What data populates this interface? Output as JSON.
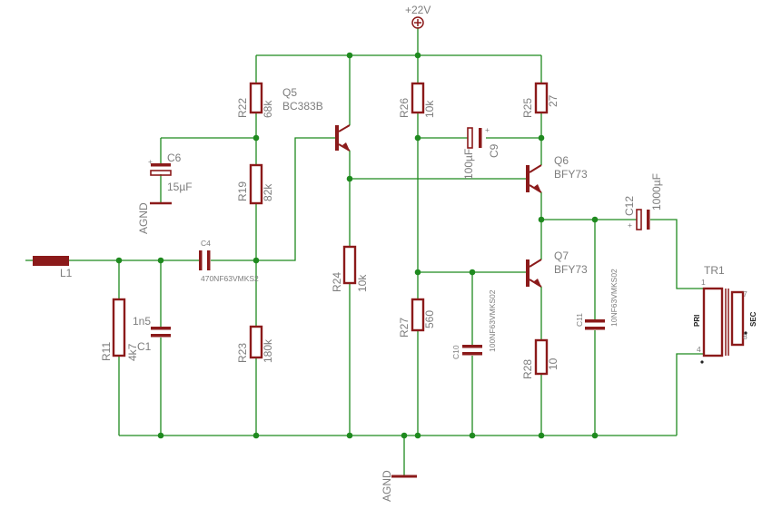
{
  "supply": {
    "label": "+22V"
  },
  "grounds": {
    "main": "AGND",
    "c6": "AGND"
  },
  "components": {
    "L1": "L1",
    "R11": {
      "ref": "R11",
      "value": "4k7"
    },
    "C1": {
      "ref": "C1",
      "value": "1n5"
    },
    "C4": {
      "ref": "C4",
      "value": "470NF63VMKS2"
    },
    "C6": {
      "ref": "C6",
      "value": "15µF"
    },
    "R22": {
      "ref": "R22",
      "value": "68k"
    },
    "R19": {
      "ref": "R19",
      "value": "82k"
    },
    "R23": {
      "ref": "R23",
      "value": "180k"
    },
    "Q5": {
      "ref": "Q5",
      "value": "BC383B"
    },
    "R24": {
      "ref": "R24",
      "value": "10k"
    },
    "R26": {
      "ref": "R26",
      "value": "10k"
    },
    "R27": {
      "ref": "R27",
      "value": "560"
    },
    "C9": {
      "ref": "C9",
      "value": "100µF"
    },
    "C10": {
      "ref": "C10",
      "value": "100NF63VMKS02"
    },
    "R25": {
      "ref": "R25",
      "value": "27"
    },
    "Q6": {
      "ref": "Q6",
      "value": "BFY73"
    },
    "Q7": {
      "ref": "Q7",
      "value": "BFY73"
    },
    "R28": {
      "ref": "R28",
      "value": "10"
    },
    "C11": {
      "ref": "C11",
      "value": "10NF63VMKS02"
    },
    "C12": {
      "ref": "C12",
      "value": "1000µF"
    },
    "TR1": {
      "ref": "TR1",
      "pri": "PRI",
      "sec": "SEC",
      "pin1": "1",
      "pin4": "4",
      "pin7": "7",
      "pin8": "8"
    }
  },
  "colors": {
    "wire": "#1f8a1f",
    "component": "#8b1a1a",
    "label": "#7d7d7d"
  }
}
